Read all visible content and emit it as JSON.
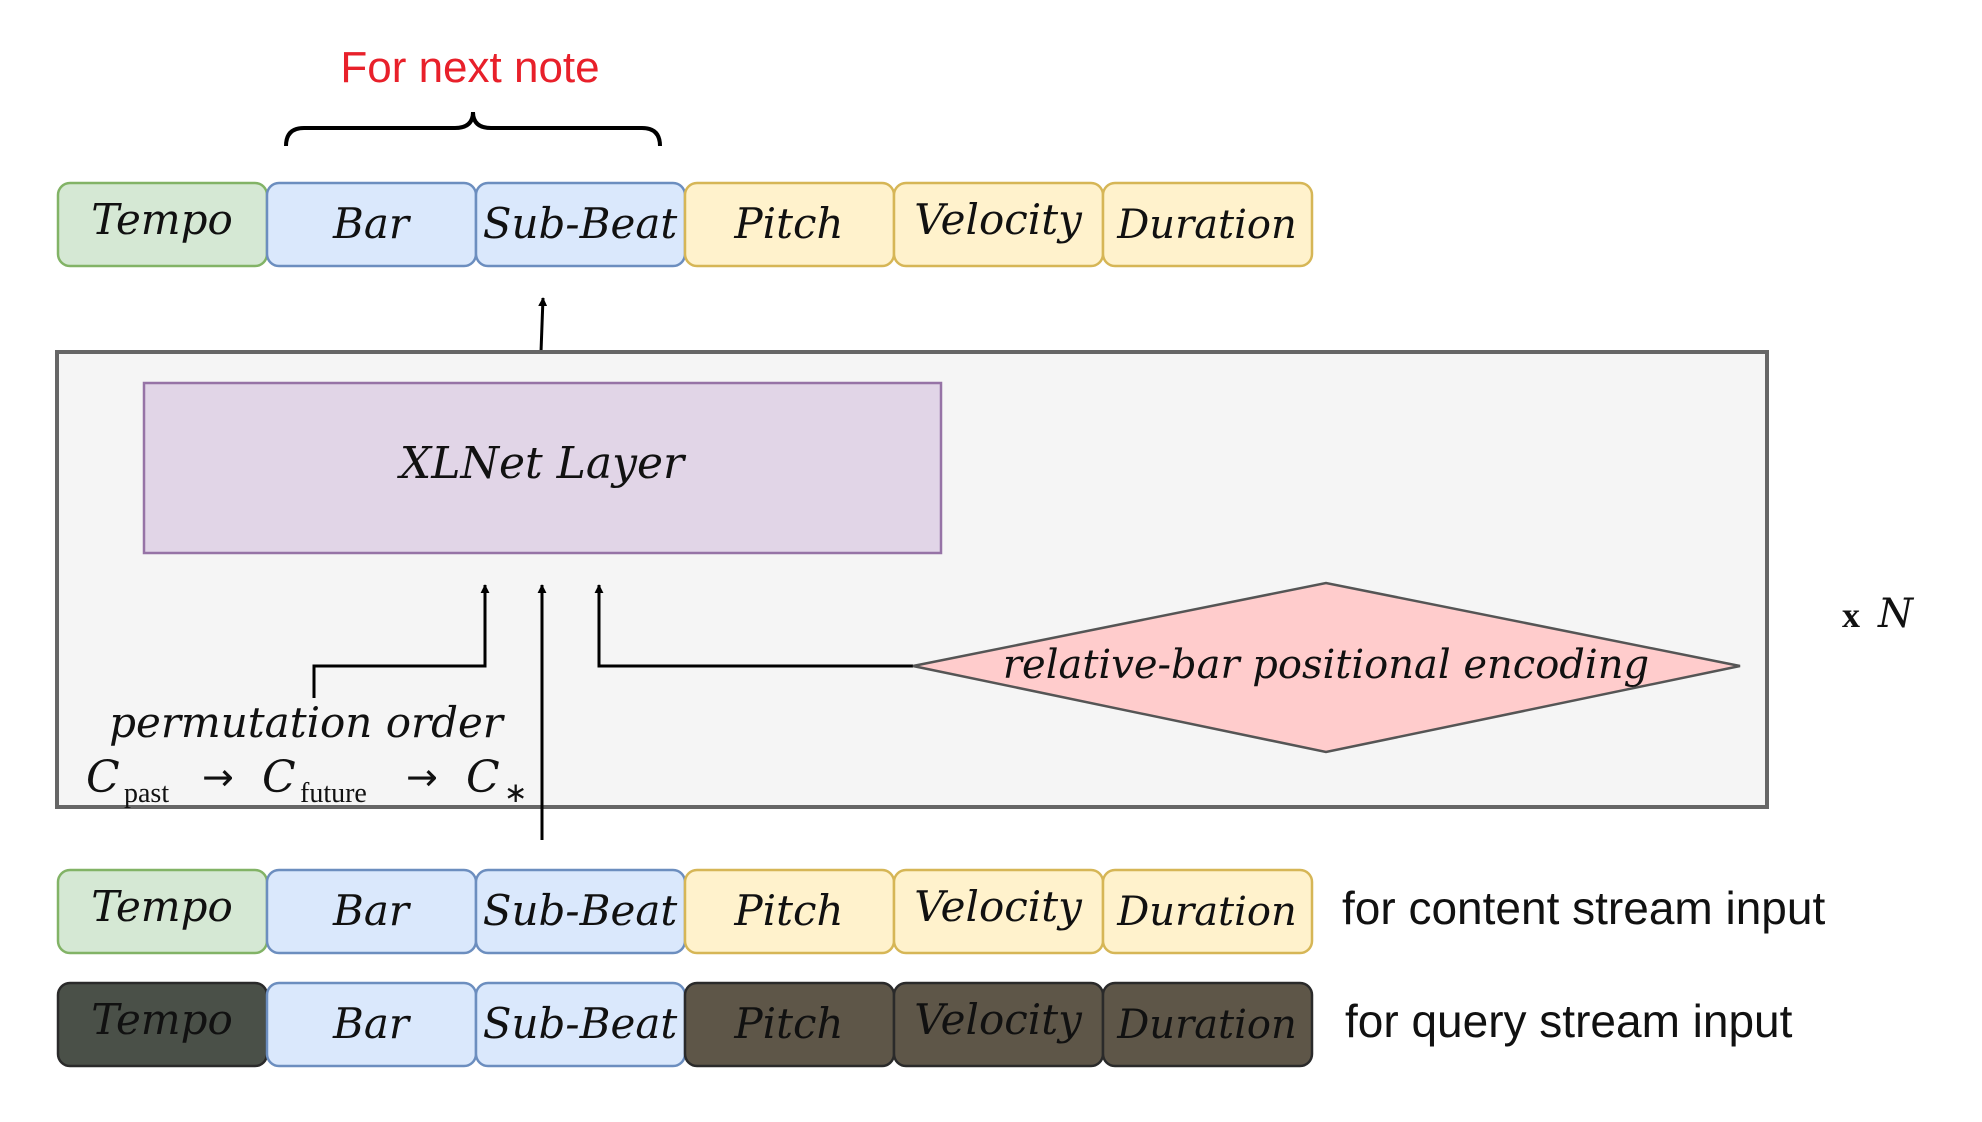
{
  "annotation": {
    "label": "For next note",
    "color": "#e8202a"
  },
  "colors": {
    "tempo": "#d5e8d4",
    "tempo_border": "#82b366",
    "bar": "#dae8fc",
    "bar_border": "#6c8ebf",
    "note": "#fff2cc",
    "note_border": "#d6b656",
    "dark_tempo": "#4a5048",
    "dark_note": "#5e5648",
    "dark_border": "#2a2a2a",
    "layer": "#e1d5e7",
    "layer_border": "#9673a6",
    "encoding": "#ffcccc",
    "encoding_border": "#555555",
    "block": "#f5f5f5",
    "block_border": "#666666"
  },
  "output_tokens": [
    "Tempo",
    "Bar",
    "Sub-Beat",
    "Pitch",
    "Velocity",
    "Duration"
  ],
  "content_tokens": [
    "Tempo",
    "Bar",
    "Sub-Beat",
    "Pitch",
    "Velocity",
    "Duration"
  ],
  "query_tokens": [
    "Tempo",
    "Bar",
    "Sub-Beat",
    "Pitch",
    "Velocity",
    "Duration"
  ],
  "block": {
    "layer_label": "XLNet Layer",
    "encoding_label": "relative-bar positional encoding",
    "repeat_prefix": "x",
    "repeat_var": "N"
  },
  "permutation": {
    "label": "permutation order",
    "c": "C",
    "sub_past": "past",
    "sub_future": "future",
    "sub_star": "∗",
    "arrow": "→"
  },
  "stream_labels": {
    "content": "for content stream input",
    "query": "for query stream input"
  }
}
